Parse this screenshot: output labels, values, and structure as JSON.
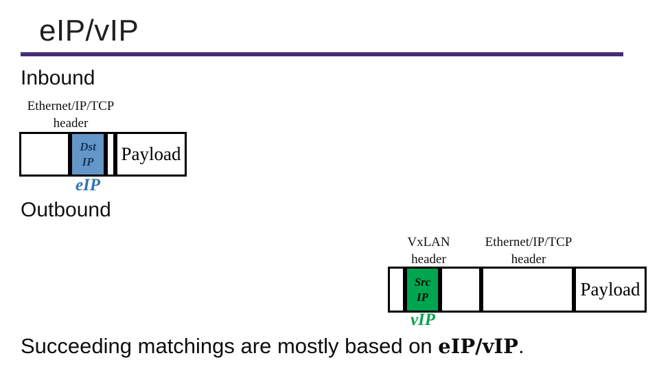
{
  "title": "eIP/vIP",
  "colors": {
    "accent_line": "#452d77",
    "eip_blue_text": "#2e74b5",
    "vip_green_text": "#00a44f",
    "dst_cell_fill": "#6496c8",
    "src_cell_fill": "#00a550",
    "box_border": "#000000"
  },
  "inbound": {
    "heading": "Inbound",
    "header_label": {
      "line1": "Ethernet/IP/TCP",
      "line2": "header"
    },
    "dst_cell": {
      "line1": "Dst",
      "line2": "IP"
    },
    "payload": "Payload",
    "ip_label": "eIP"
  },
  "outbound": {
    "heading": "Outbound",
    "vxlan_label": {
      "line1": "VxLAN",
      "line2": "header"
    },
    "ethernet_label": {
      "line1": "Ethernet/IP/TCP",
      "line2": "header"
    },
    "src_cell": {
      "line1": "Src",
      "line2": "IP"
    },
    "payload": "Payload",
    "ip_label": "vIP"
  },
  "footer": {
    "text_before": "Succeeding matchings are mostly based on ",
    "bold_text": "eIP/vIP",
    "text_after": "."
  }
}
